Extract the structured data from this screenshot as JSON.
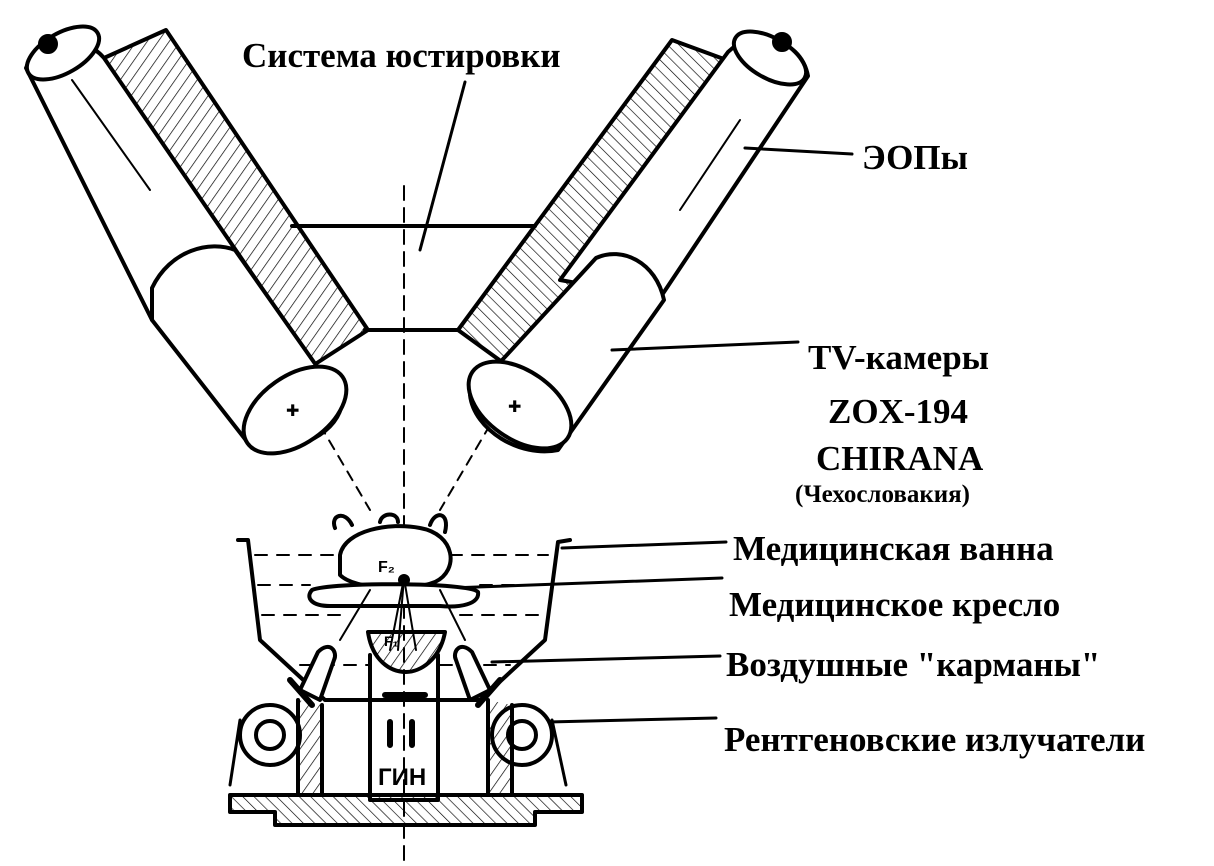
{
  "labels": {
    "alignment_system": "Система юстировки",
    "image_intensifiers": "ЭОПы",
    "tv_cameras": "TV-камеры",
    "model": "ZOX-194",
    "manufacturer": "CHIRANA",
    "country": "(Чехословакия)",
    "medical_bath": "Медицинская ванна",
    "medical_chair": "Медицинское кресло",
    "air_pockets": "Воздушные \"карманы\"",
    "xray_emitters": "Рентгеновские излучатели"
  },
  "inline_marks": {
    "generator": "ГИН",
    "focus_upper": "F₂",
    "focus_lower": "F₁"
  }
}
